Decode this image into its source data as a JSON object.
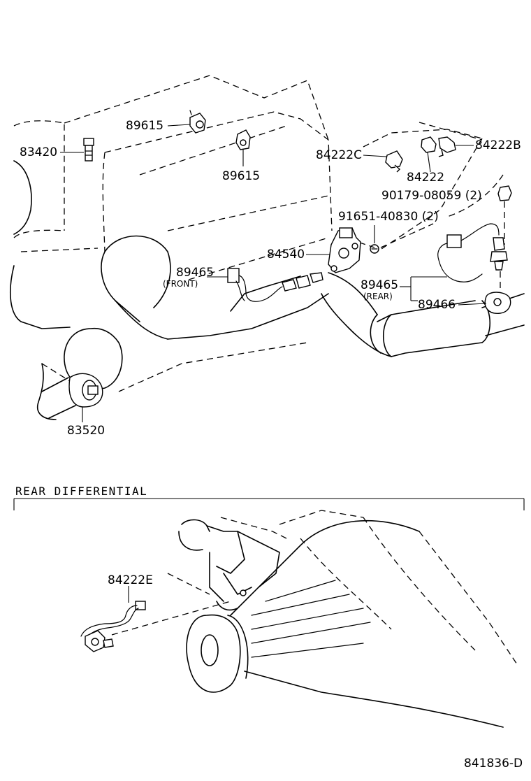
{
  "labels": {
    "p89615_a": "89615",
    "p89615_b": "89615",
    "p83420": "83420",
    "p84222c": "84222C",
    "p84222": "84222",
    "p84222b": "84222B",
    "p90179": "90179-08059 (2)",
    "p91651": "91651-40830 (2)",
    "p84540": "84540",
    "p89465_front": "89465",
    "front_note": "(FRONT)",
    "p89465_rear": "89465",
    "rear_note": "(REAR)",
    "p89466": "89466",
    "p83520": "83520",
    "p84222e": "84222E"
  },
  "section": {
    "title": "REAR DIFFERENTIAL"
  },
  "figure_code": "841836-D"
}
